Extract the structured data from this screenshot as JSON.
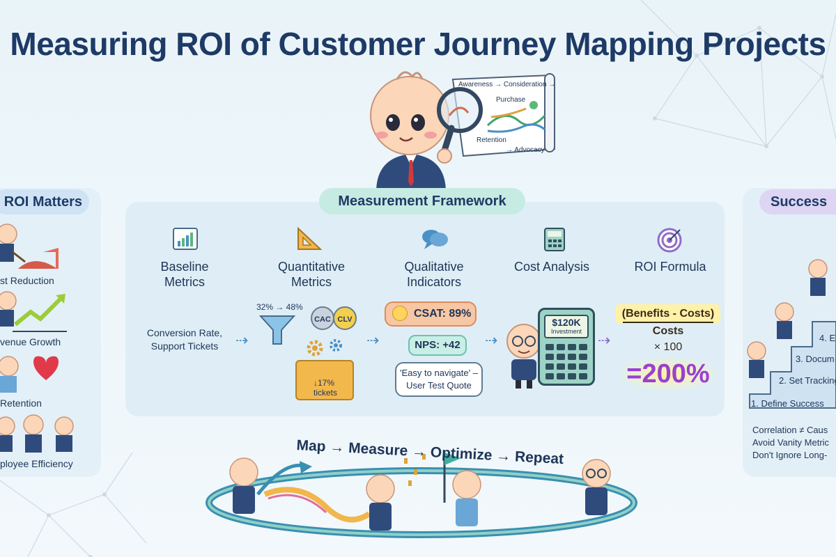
{
  "title": "Measuring ROI of Customer Journey Mapping Projects",
  "journey_map": {
    "top_label": "Awareness → Consideration →",
    "mid_label": "Purchase",
    "bottom_label_1": "Retention",
    "bottom_label_2": "→ Advocacy"
  },
  "left_section": {
    "heading": "ROI Matters",
    "items": [
      "st Reduction",
      "venue Growth",
      "Retention",
      "ployee Efficiency"
    ]
  },
  "framework": {
    "heading": "Measurement Framework",
    "columns": [
      {
        "title": "Baseline Metrics",
        "icon": "bar-chart-icon"
      },
      {
        "title": "Quantitative Metrics",
        "icon": "ruler-triangle-icon"
      },
      {
        "title": "Qualitative Indicators",
        "icon": "speech-bubbles-icon"
      },
      {
        "title": "Cost Analysis",
        "icon": "calculator-icon"
      },
      {
        "title": "ROI Formula",
        "icon": "target-icon"
      }
    ],
    "baseline_text": "Conversion Rate, Support Tickets",
    "conversion_change": "32% → 48%",
    "coin_1": "CAC",
    "coin_2": "CLV",
    "tickets_reduction": "↓17% tickets",
    "csat": "CSAT: 89%",
    "nps": "NPS: +42",
    "quote": "'Easy to navigate' – User Test Quote",
    "investment_amount": "$120K",
    "investment_label": "Investment",
    "formula_numerator": "(Benefits - Costs)",
    "formula_denominator": "Costs",
    "formula_multiplier": "× 100",
    "roi_result": "=200%"
  },
  "right_section": {
    "heading": "Success",
    "steps": [
      "1. Define Success",
      "2. Set Tracking",
      "3. Docum",
      "4. E"
    ],
    "pitfalls": [
      "Correlation ≠ Caus",
      "Avoid Vanity Metric",
      "Don't Ignore Long-"
    ]
  },
  "cycle": {
    "text": "Map → Measure → Optimize → Repeat"
  },
  "colors": {
    "title": "#1e3a66",
    "framework_header": "#c6ebe2",
    "success_header": "#ddd5f3",
    "roi_result": "#9b3fd1",
    "arrow": "#4a90c4"
  }
}
